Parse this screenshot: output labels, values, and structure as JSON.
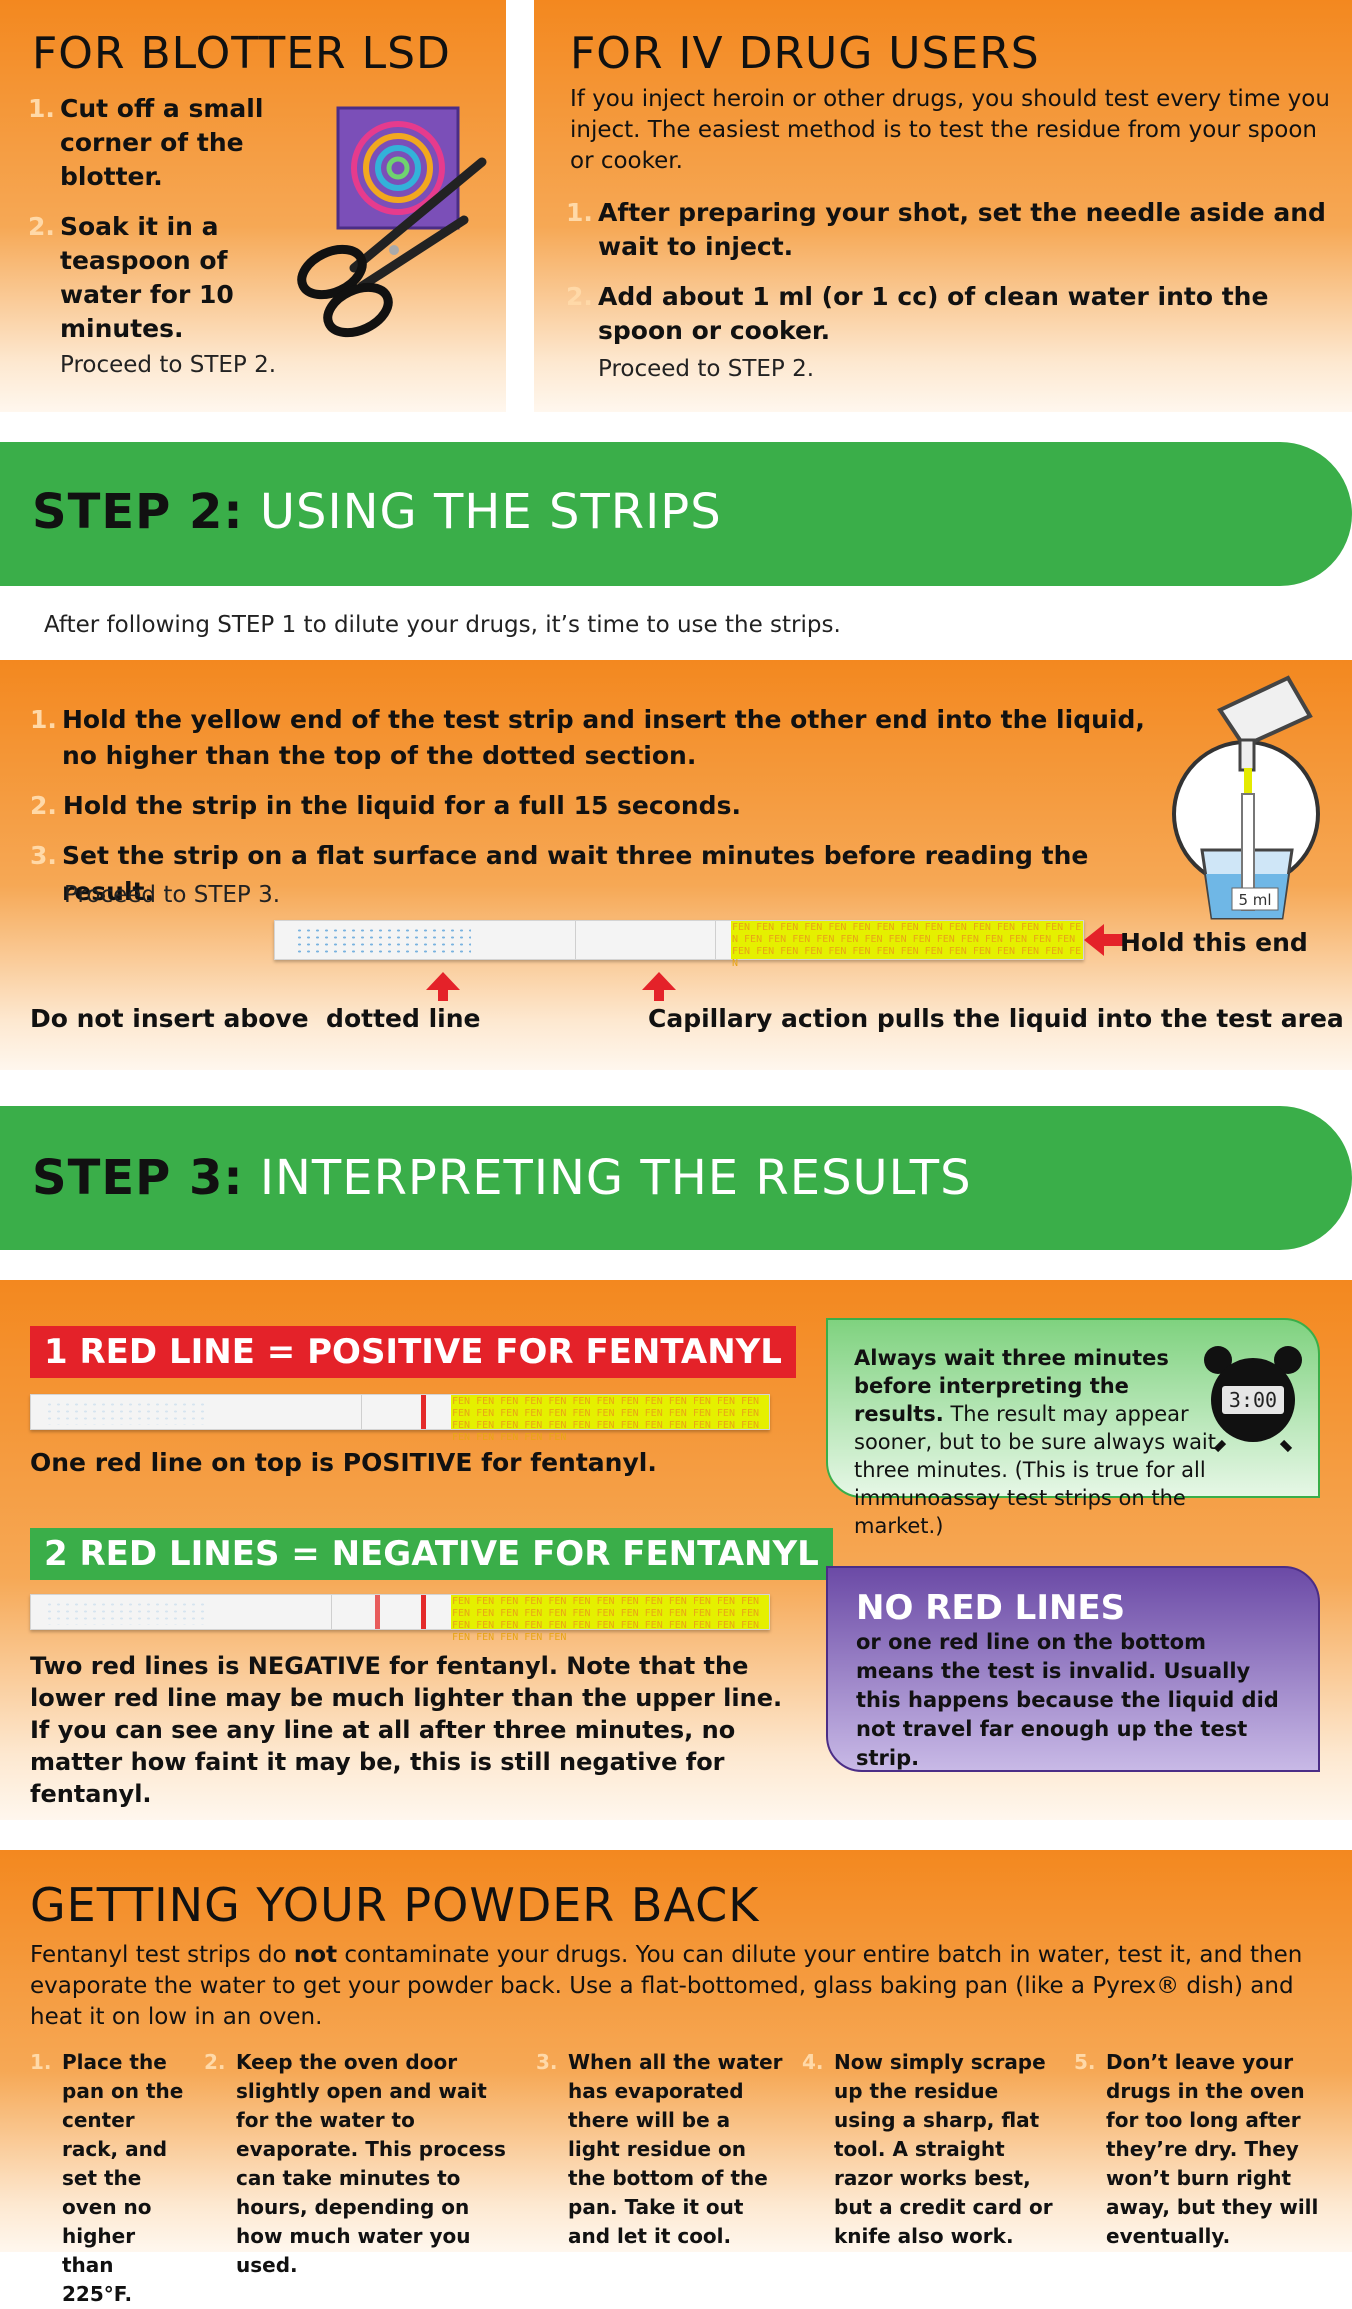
{
  "blotter": {
    "title": "FOR BLOTTER LSD",
    "steps": [
      {
        "num": "1.",
        "text": "Cut off a small corner of the blotter."
      },
      {
        "num": "2.",
        "text": "Soak it in a teaspoon of water for 10 minutes."
      }
    ],
    "proceed": "Proceed to STEP 2."
  },
  "iv": {
    "title": "FOR IV DRUG USERS",
    "intro": "If you inject heroin or other drugs, you should test every time you inject. The easiest method is to test the residue from your spoon or cooker.",
    "steps": [
      {
        "num": "1.",
        "text": "After preparing your shot, set the needle aside and wait to inject."
      },
      {
        "num": "2.",
        "text": "Add about 1 ml (or 1 cc) of clean water into the spoon or cooker."
      }
    ],
    "proceed": "Proceed to STEP 2."
  },
  "step2": {
    "label": "STEP 2:",
    "title": "USING THE STRIPS",
    "intro": "After following STEP 1 to dilute your drugs, it’s time to use the strips.",
    "steps": [
      {
        "num": "1.",
        "text": "Hold the yellow end of the test strip and insert the other end into the liquid, no higher than the top of the dotted section."
      },
      {
        "num": "2.",
        "text": "Hold the strip in the liquid for a full 15 seconds."
      },
      {
        "num": "3.",
        "text": "Set the strip on a flat surface and wait three minutes before reading the result."
      }
    ],
    "proceed": "Proceed to STEP 3.",
    "cup_label": "5 ml",
    "hold_label": "Hold this end",
    "dotted_label": "Do not insert above  dotted line",
    "capillary_label": "Capillary action pulls the liquid into the test area"
  },
  "strip_text": "FEN FEN FEN FEN FEN FEN FEN FEN FEN FEN FEN FEN FEN FEN FEN FEN FEN FEN FEN FEN FEN FEN FEN FEN FEN FEN FEN FEN FEN FEN FEN FEN FEN FEN FEN FEN FEN FEN FEN FEN FEN FEN FEN FEN",
  "step3": {
    "label": "STEP 3:",
    "title": "INTERPRETING THE RESULTS",
    "positive_badge": "1 RED LINE = POSITIVE FOR FENTANYL",
    "positive_text_a": "One red line on top is ",
    "positive_text_b": "POSITIVE",
    "positive_text_c": " for fentanyl.",
    "negative_badge": "2 RED LINES = NEGATIVE FOR FENTANYL",
    "negative_text_a": "Two red lines is ",
    "negative_text_b": "NEGATIVE",
    "negative_text_c": " for fentanyl. Note that the lower red line may be much lighter than the upper line. If you can see any line at all after three minutes, no matter how faint it may be, this is still negative for fentanyl.",
    "wait_bold": "Always wait three minutes before interpreting the results.",
    "wait_text": " The result may appear sooner, but to be sure always wait three minutes. (This is true for all immunoassay test strips on the market.)",
    "clock_text": "3:00",
    "invalid_title": "NO RED LINES",
    "invalid_text": "or one red line on the bottom means the test is invalid. Usually this happens because the liquid did not travel far enough up the test strip."
  },
  "powder": {
    "title": "GETTING YOUR POWDER BACK",
    "intro_a": "Fentanyl test strips do ",
    "intro_b": "not",
    "intro_c": " contaminate your drugs. You can dilute your entire batch in water, test it, and then evaporate the water to get your powder back. Use a flat-bottomed, glass baking pan (like a Pyrex® dish) and heat it on low in an oven.",
    "steps": [
      {
        "num": "1.",
        "text": "Place the pan on the center rack, and set the oven no higher than 225°F."
      },
      {
        "num": "2.",
        "text": "Keep the oven door slightly open and wait for the water to evaporate. This process can take minutes to hours, depending on how much water you used."
      },
      {
        "num": "3.",
        "text": "When all the water has evaporated there will be a light residue on the bottom of the pan. Take it out and let it cool."
      },
      {
        "num": "4.",
        "text": "Now simply scrape up the residue using a sharp, flat tool. A straight razor works best, but a credit card or knife also work."
      },
      {
        "num": "5.",
        "text": "Don’t leave your drugs in the oven for too long after they’re dry. They won’t burn right away, but they will eventually."
      }
    ]
  },
  "colors": {
    "orange": "#f3881f",
    "green": "#3aae49",
    "red": "#e42229",
    "purple": "#6b4aa6"
  }
}
